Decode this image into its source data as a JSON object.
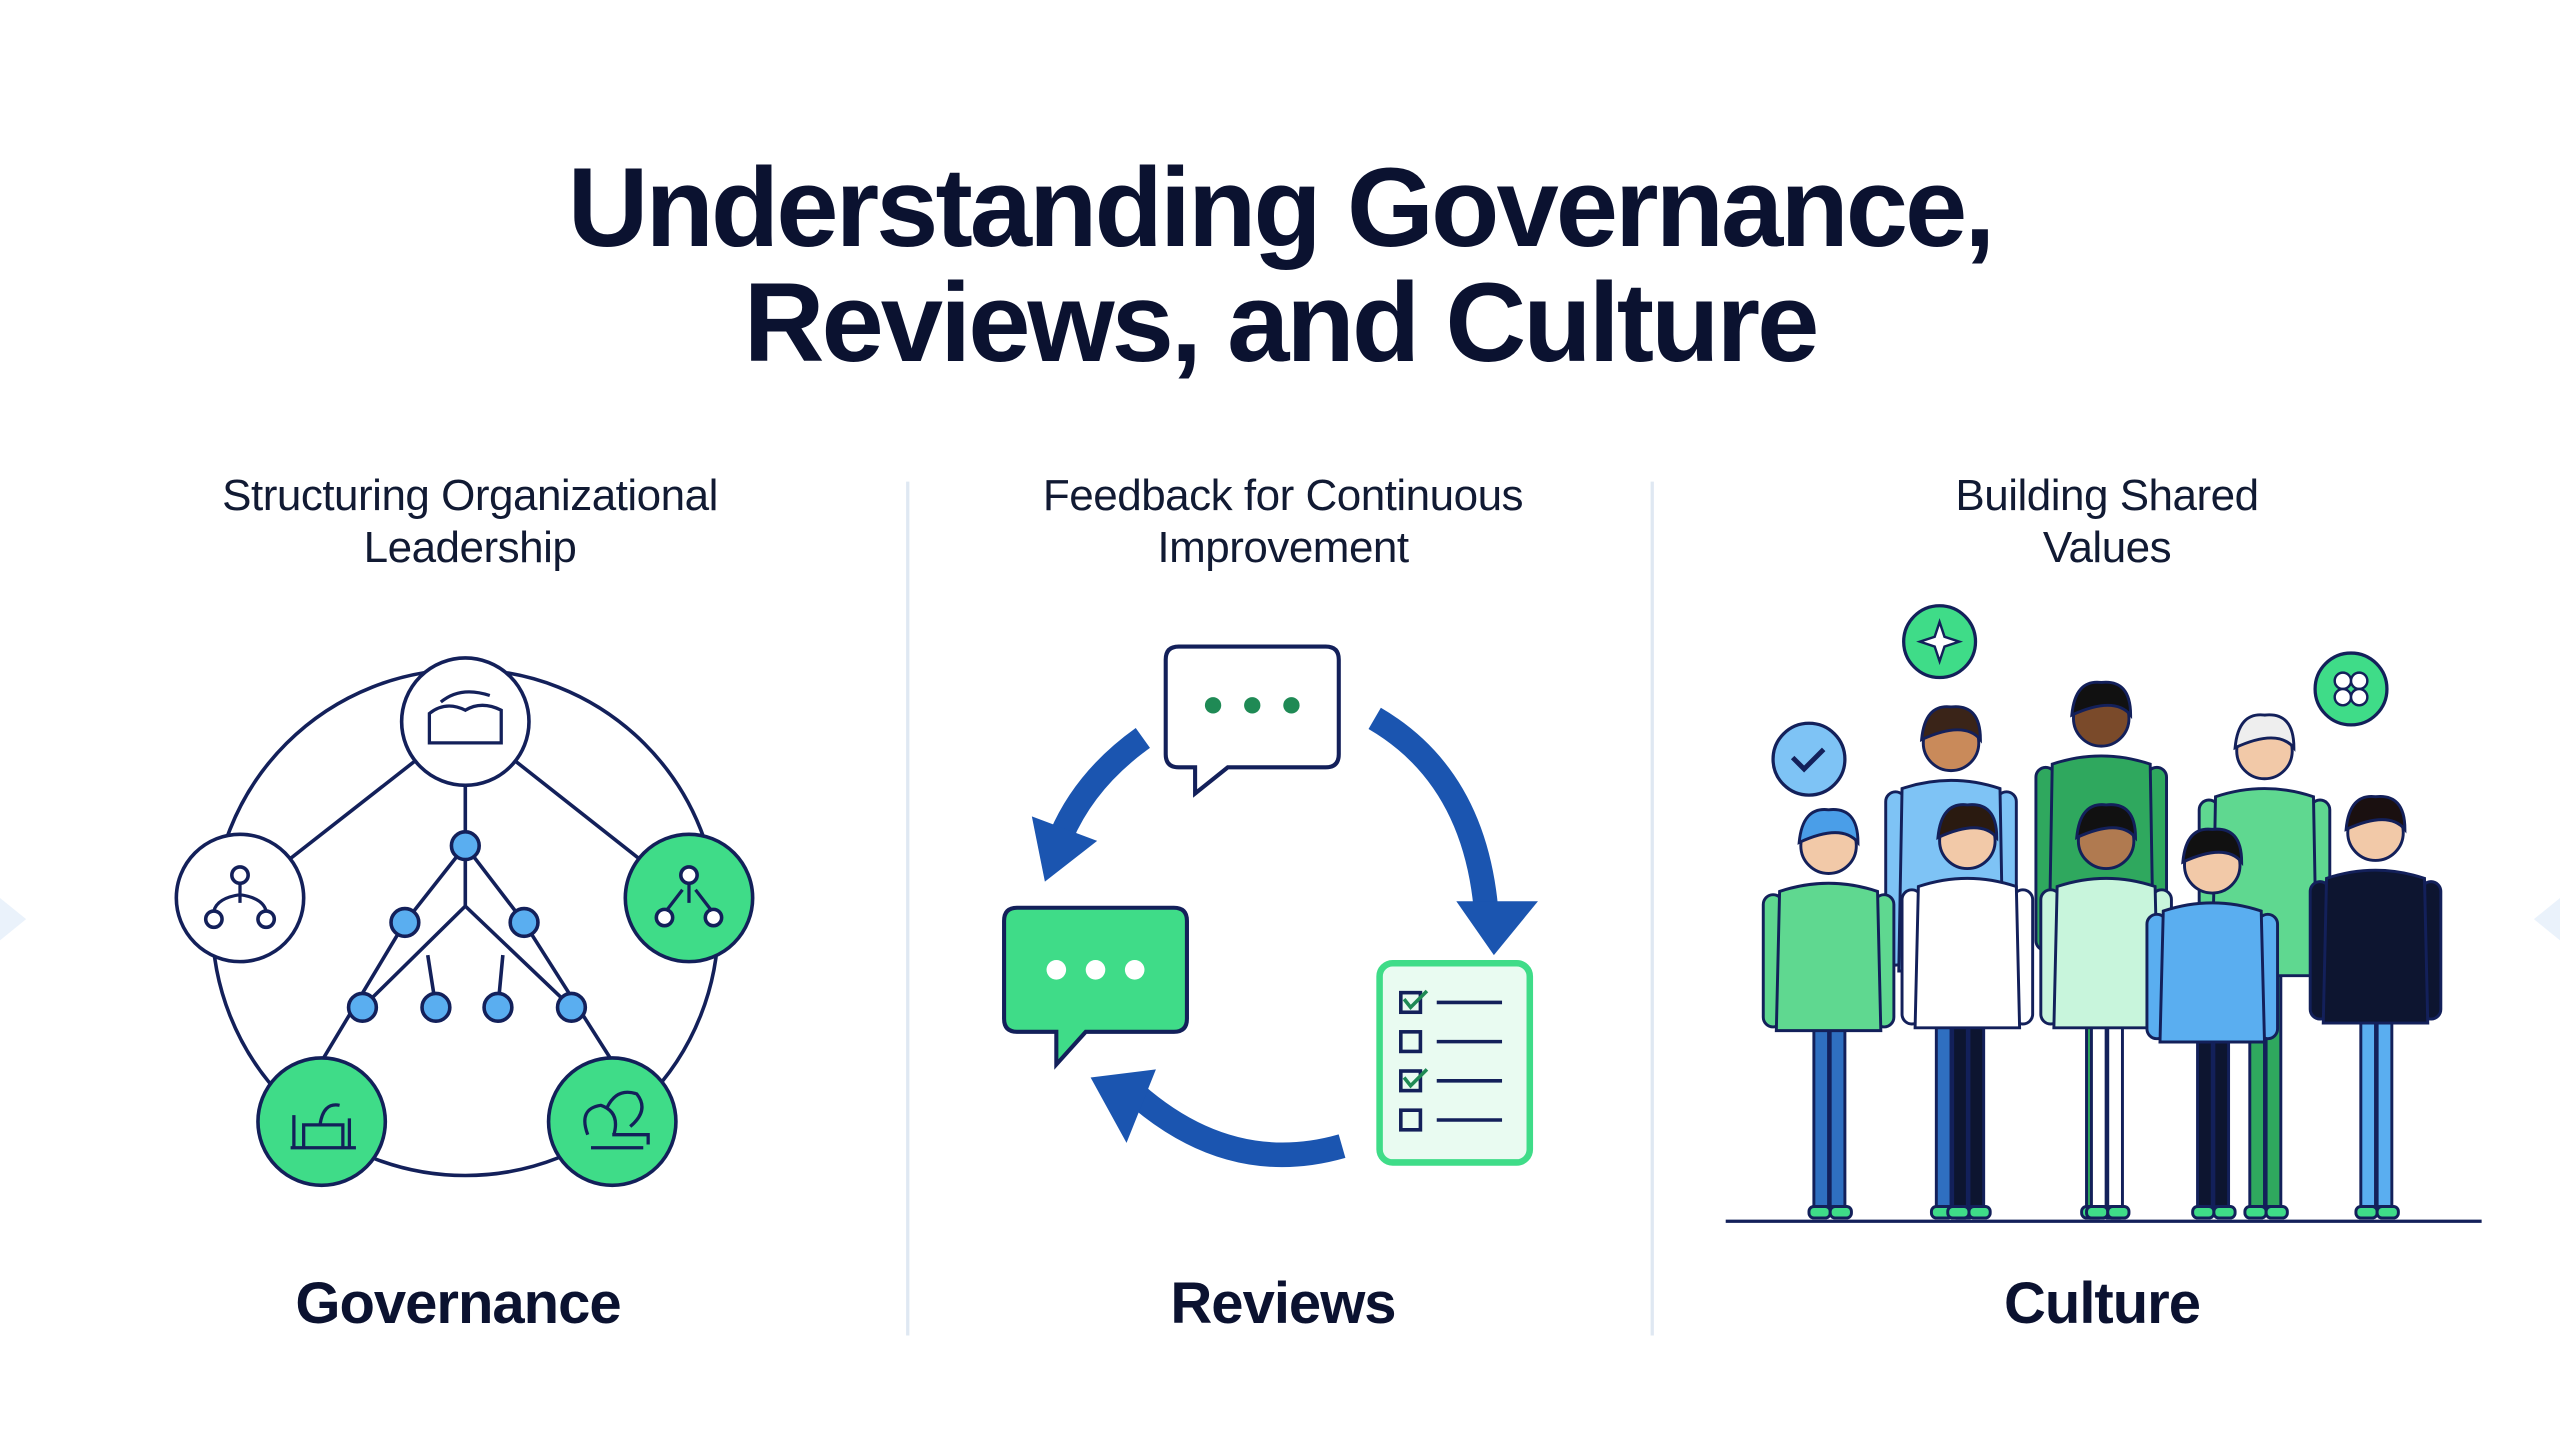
{
  "title": {
    "line1": "Understanding Governance,",
    "line2": "Reviews, and Culture"
  },
  "columns": [
    {
      "subtitle_line1": "Structuring Organizational",
      "subtitle_line2": "Leadership",
      "label": "Governance"
    },
    {
      "subtitle_line1": "Feedback for Continuous",
      "subtitle_line2": "Improvement",
      "label": "Reviews"
    },
    {
      "subtitle_line1": "Building Shared",
      "subtitle_line2": "Values",
      "label": "Culture"
    }
  ],
  "colors": {
    "navy": "#13205a",
    "green": "#3fdc88",
    "blue": "#5aaef0",
    "arrow": "#1b55b0",
    "divider": "#dfe8f2"
  }
}
